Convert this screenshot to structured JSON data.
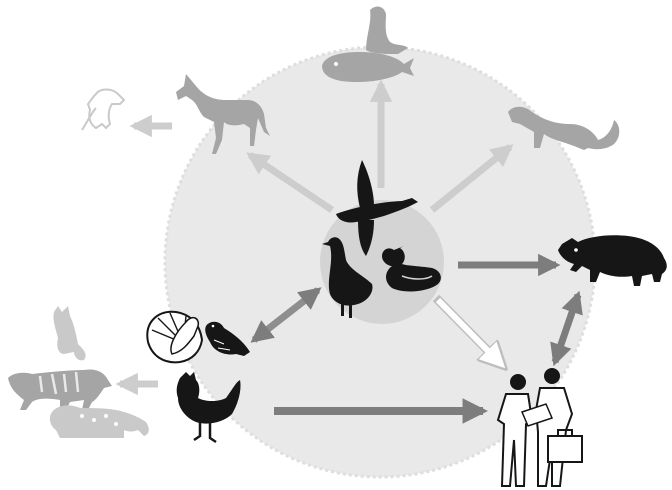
{
  "diagram": {
    "colors": {
      "background": "#ffffff",
      "disc_fill": "#e9e9e9",
      "disc_edge": "#dedede",
      "center_disc": "#d4d4d4",
      "silhouette_dark": "#161616",
      "silhouette_gray": "#a5a5a5",
      "silhouette_light": "#c9c9c9",
      "arrow_dark": "#7d7d7d",
      "arrow_mid": "#8e8e8e",
      "arrow_light": "#cdcdcd",
      "arrow_white": "#ffffff"
    },
    "nodes": [
      {
        "id": "waterfowl",
        "icon": "goose-duck-icon",
        "label": ""
      },
      {
        "id": "sea-mammals",
        "icon": "seal-whale-icon",
        "label": ""
      },
      {
        "id": "horse",
        "icon": "horse-icon",
        "label": ""
      },
      {
        "id": "dog",
        "icon": "dog-icon",
        "label": ""
      },
      {
        "id": "ferret",
        "icon": "ferret-icon",
        "label": ""
      },
      {
        "id": "pig",
        "icon": "pig-icon",
        "label": ""
      },
      {
        "id": "poultry",
        "icon": "turkey-quail-chicken-icon",
        "label": ""
      },
      {
        "id": "felines",
        "icon": "cat-tiger-leopard-icon",
        "label": ""
      },
      {
        "id": "humans",
        "icon": "people-icon",
        "label": ""
      }
    ],
    "edges": [
      {
        "from": "waterfowl",
        "to": "sea-mammals",
        "style": "light"
      },
      {
        "from": "waterfowl",
        "to": "horse",
        "style": "light"
      },
      {
        "from": "horse",
        "to": "dog",
        "style": "light"
      },
      {
        "from": "waterfowl",
        "to": "ferret",
        "style": "light"
      },
      {
        "from": "waterfowl",
        "to": "pig",
        "style": "dark"
      },
      {
        "from": "waterfowl",
        "to": "humans",
        "style": "white"
      },
      {
        "from": "waterfowl",
        "to": "poultry",
        "style": "dark",
        "bidirectional": true
      },
      {
        "from": "poultry",
        "to": "felines",
        "style": "light"
      },
      {
        "from": "poultry",
        "to": "humans",
        "style": "dark"
      },
      {
        "from": "pig",
        "to": "humans",
        "style": "dark",
        "bidirectional": true
      }
    ]
  }
}
